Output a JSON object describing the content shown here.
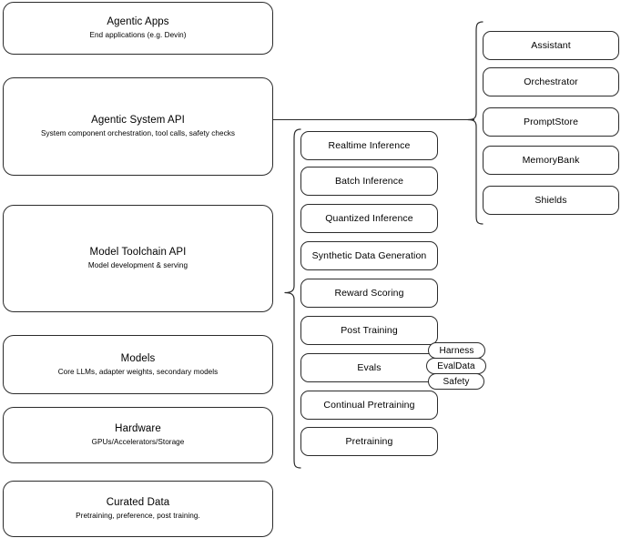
{
  "diagram": {
    "title": "Agentic AI stack layered architecture",
    "stroke_color": "#2b2b2b",
    "background_color": "#ffffff"
  },
  "layers": [
    {
      "name": "agentic-apps",
      "title": "Agentic Apps",
      "subtitle": "End applications (e.g. Devin)"
    },
    {
      "name": "agentic-system-api",
      "title": "Agentic System API",
      "subtitle": "System component orchestration, tool calls, safety checks"
    },
    {
      "name": "model-toolchain-api",
      "title": "Model Toolchain API",
      "subtitle": "Model development & serving"
    },
    {
      "name": "models",
      "title": "Models",
      "subtitle": "Core LLMs, adapter weights, secondary models"
    },
    {
      "name": "hardware",
      "title": "Hardware",
      "subtitle": "GPUs/Accelerators/Storage"
    },
    {
      "name": "curated-data",
      "title": "Curated Data",
      "subtitle": "Pretraining, preference, post training."
    }
  ],
  "agentic_system_components": [
    {
      "name": "assistant",
      "label": "Assistant"
    },
    {
      "name": "orchestrator",
      "label": "Orchestrator"
    },
    {
      "name": "promptstore",
      "label": "PromptStore"
    },
    {
      "name": "memorybank",
      "label": "MemoryBank"
    },
    {
      "name": "shields",
      "label": "Shields"
    }
  ],
  "model_toolchain_components": [
    {
      "name": "realtime-inference",
      "label": "Realtime Inference"
    },
    {
      "name": "batch-inference",
      "label": "Batch Inference"
    },
    {
      "name": "quantized-inference",
      "label": "Quantized Inference"
    },
    {
      "name": "synthetic-data-generation",
      "label": "Synthetic Data Generation"
    },
    {
      "name": "reward-scoring",
      "label": "Reward Scoring"
    },
    {
      "name": "post-training",
      "label": "Post Training"
    },
    {
      "name": "evals",
      "label": "Evals"
    },
    {
      "name": "continual-pretraining",
      "label": "Continual Pretraining"
    },
    {
      "name": "pretraining",
      "label": "Pretraining"
    }
  ],
  "evals_subcomponents": [
    {
      "name": "harness",
      "label": "Harness"
    },
    {
      "name": "evaldata",
      "label": "EvalData"
    },
    {
      "name": "safety",
      "label": "Safety"
    }
  ]
}
